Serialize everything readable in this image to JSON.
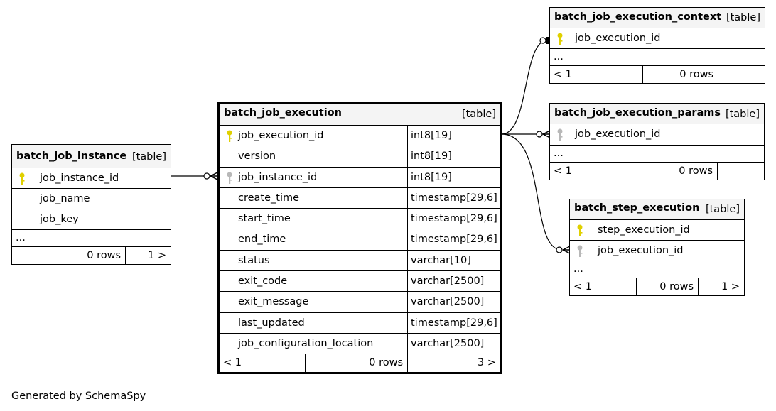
{
  "tables": {
    "job_instance": {
      "name": "batch_job_instance",
      "type": "[table]",
      "columns": [
        "job_instance_id",
        "job_name",
        "job_key"
      ],
      "more": "...",
      "footer": {
        "left": "",
        "rows": "0 rows",
        "right": "1 >"
      }
    },
    "job_execution": {
      "name": "batch_job_execution",
      "type": "[table]",
      "columns": [
        {
          "name": "job_execution_id",
          "type": "int8[19]"
        },
        {
          "name": "version",
          "type": "int8[19]"
        },
        {
          "name": "job_instance_id",
          "type": "int8[19]"
        },
        {
          "name": "create_time",
          "type": "timestamp[29,6]"
        },
        {
          "name": "start_time",
          "type": "timestamp[29,6]"
        },
        {
          "name": "end_time",
          "type": "timestamp[29,6]"
        },
        {
          "name": "status",
          "type": "varchar[10]"
        },
        {
          "name": "exit_code",
          "type": "varchar[2500]"
        },
        {
          "name": "exit_message",
          "type": "varchar[2500]"
        },
        {
          "name": "last_updated",
          "type": "timestamp[29,6]"
        },
        {
          "name": "job_configuration_location",
          "type": "varchar[2500]"
        }
      ],
      "footer": {
        "left": "< 1",
        "rows": "0 rows",
        "right": "3 >"
      }
    },
    "context": {
      "name": "batch_job_execution_context",
      "type": "[table]",
      "columns": [
        "job_execution_id"
      ],
      "more": "...",
      "footer": {
        "left": "< 1",
        "rows": "0 rows",
        "right": ""
      }
    },
    "params": {
      "name": "batch_job_execution_params",
      "type": "[table]",
      "columns": [
        "job_execution_id"
      ],
      "more": "...",
      "footer": {
        "left": "< 1",
        "rows": "0 rows",
        "right": ""
      }
    },
    "step_execution": {
      "name": "batch_step_execution",
      "type": "[table]",
      "columns": [
        "step_execution_id",
        "job_execution_id"
      ],
      "more": "...",
      "footer": {
        "left": "< 1",
        "rows": "0 rows",
        "right": "1 >"
      }
    }
  },
  "colors": {
    "primary_key": "#e0d000",
    "foreign_key": "#b8b8b8",
    "header_bg": "#f4f4f4"
  },
  "generated_by": "Generated by SchemaSpy"
}
